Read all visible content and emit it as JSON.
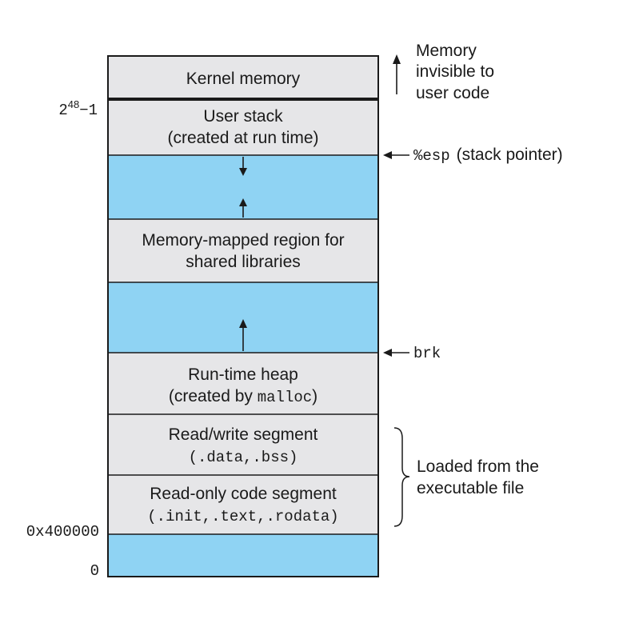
{
  "colors": {
    "segment_fill": "#e6e6e8",
    "free_fill": "#8fd3f3",
    "outline": "#1a1a1a"
  },
  "segments": {
    "kernel": {
      "line1": "Kernel memory"
    },
    "stack": {
      "line1": "User stack",
      "line2": "(created at run time)"
    },
    "mmap": {
      "line1": "Memory-mapped region for",
      "line2": "shared libraries"
    },
    "heap": {
      "line1": "Run-time heap",
      "line2_pre": "(created by ",
      "line2_code": "malloc",
      "line2_post": ")"
    },
    "rw": {
      "line1": "Read/write segment",
      "line2": "(.data,.bss)"
    },
    "ro": {
      "line1": "Read-only code segment",
      "line2": "(.init,.text,.rodata)"
    }
  },
  "addresses": {
    "top_base": "2",
    "top_exp": "48",
    "top_tail": "−1",
    "start": "0x400000",
    "zero": "0"
  },
  "annotations": {
    "kernel_note": [
      "Memory",
      "invisible to",
      "user code"
    ],
    "esp_code": "%esp",
    "esp_text": "(stack pointer)",
    "brk": "brk",
    "loaded_note": [
      "Loaded from the",
      "executable file"
    ]
  }
}
